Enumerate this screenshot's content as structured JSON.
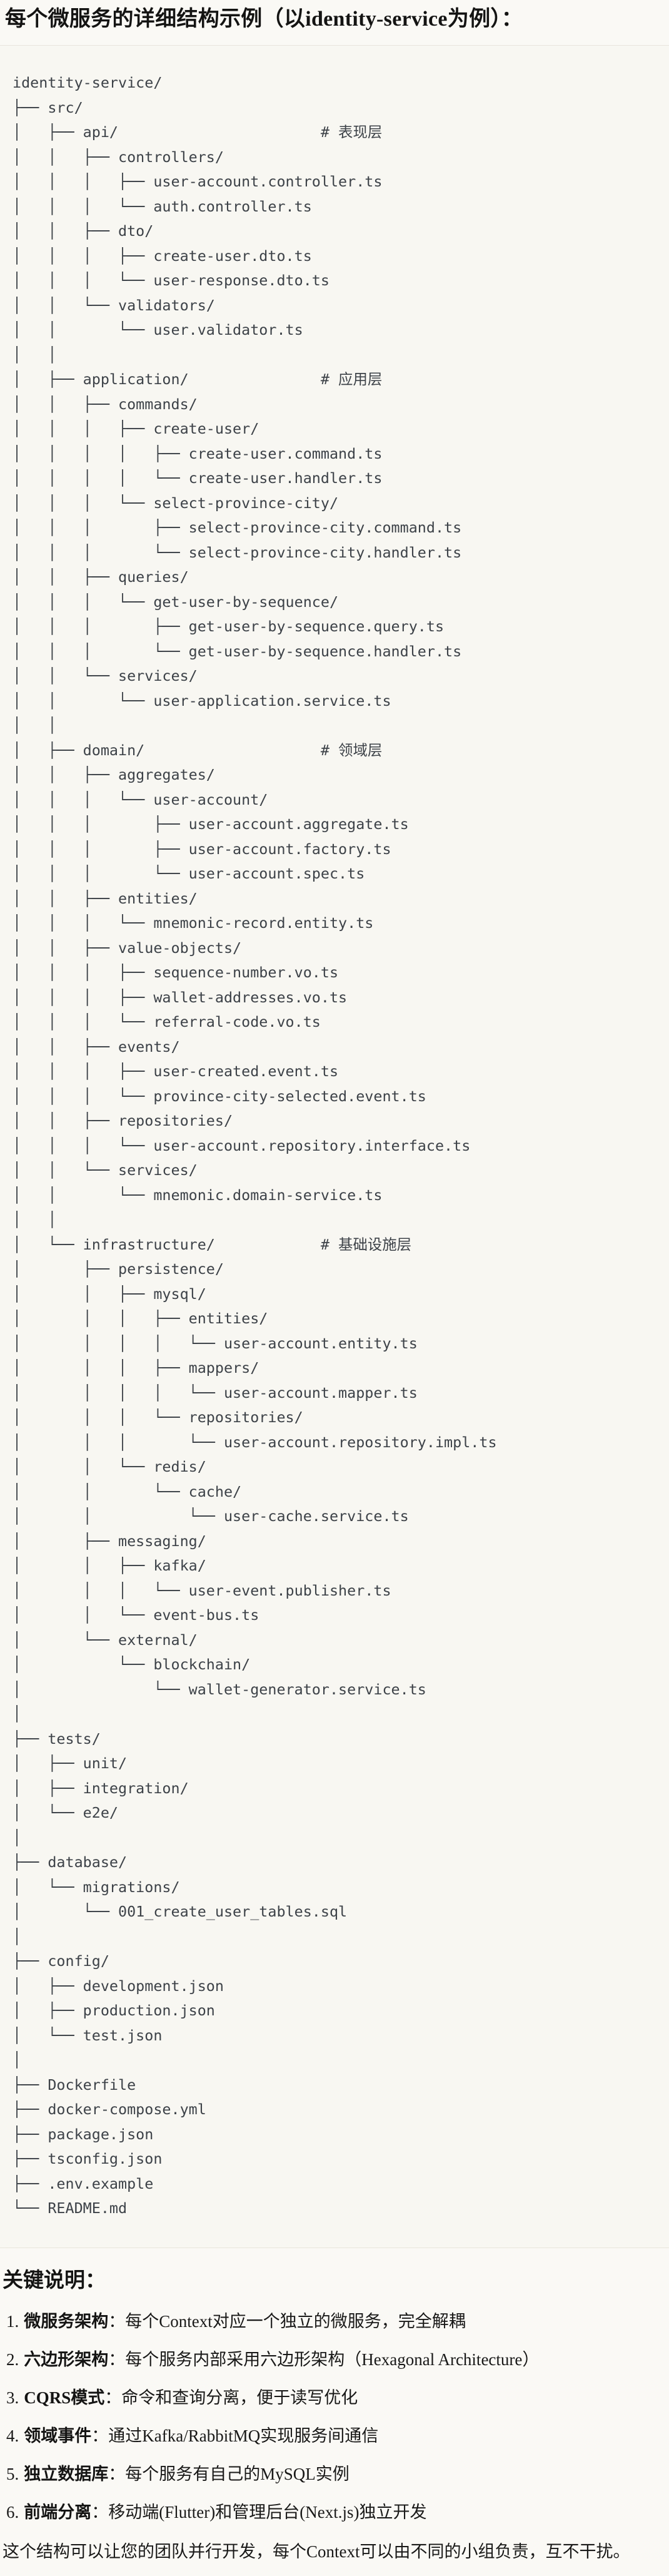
{
  "page": {
    "title": "每个微服务的详细结构示例（以identity-service为例）："
  },
  "colors": {
    "page_bg": "#faf9f5",
    "code_bg": "#f8f7f2",
    "code_border": "#e8e5dd",
    "code_text": "#3d4248",
    "body_text": "#191918"
  },
  "code_block": {
    "tree_lines": [
      "identity-service/",
      "├── src/",
      "│   ├── api/                       # 表现层",
      "│   │   ├── controllers/",
      "│   │   │   ├── user-account.controller.ts",
      "│   │   │   └── auth.controller.ts",
      "│   │   ├── dto/",
      "│   │   │   ├── create-user.dto.ts",
      "│   │   │   └── user-response.dto.ts",
      "│   │   └── validators/",
      "│   │       └── user.validator.ts",
      "│   │",
      "│   ├── application/               # 应用层",
      "│   │   ├── commands/",
      "│   │   │   ├── create-user/",
      "│   │   │   │   ├── create-user.command.ts",
      "│   │   │   │   └── create-user.handler.ts",
      "│   │   │   └── select-province-city/",
      "│   │   │       ├── select-province-city.command.ts",
      "│   │   │       └── select-province-city.handler.ts",
      "│   │   ├── queries/",
      "│   │   │   └── get-user-by-sequence/",
      "│   │   │       ├── get-user-by-sequence.query.ts",
      "│   │   │       └── get-user-by-sequence.handler.ts",
      "│   │   └── services/",
      "│   │       └── user-application.service.ts",
      "│   │",
      "│   ├── domain/                    # 领域层",
      "│   │   ├── aggregates/",
      "│   │   │   └── user-account/",
      "│   │   │       ├── user-account.aggregate.ts",
      "│   │   │       ├── user-account.factory.ts",
      "│   │   │       └── user-account.spec.ts",
      "│   │   ├── entities/",
      "│   │   │   └── mnemonic-record.entity.ts",
      "│   │   ├── value-objects/",
      "│   │   │   ├── sequence-number.vo.ts",
      "│   │   │   ├── wallet-addresses.vo.ts",
      "│   │   │   └── referral-code.vo.ts",
      "│   │   ├── events/",
      "│   │   │   ├── user-created.event.ts",
      "│   │   │   └── province-city-selected.event.ts",
      "│   │   ├── repositories/",
      "│   │   │   └── user-account.repository.interface.ts",
      "│   │   └── services/",
      "│   │       └── mnemonic.domain-service.ts",
      "│   │",
      "│   └── infrastructure/            # 基础设施层",
      "│       ├── persistence/",
      "│       │   ├── mysql/",
      "│       │   │   ├── entities/",
      "│       │   │   │   └── user-account.entity.ts",
      "│       │   │   ├── mappers/",
      "│       │   │   │   └── user-account.mapper.ts",
      "│       │   │   └── repositories/",
      "│       │   │       └── user-account.repository.impl.ts",
      "│       │   └── redis/",
      "│       │       └── cache/",
      "│       │           └── user-cache.service.ts",
      "│       ├── messaging/",
      "│       │   ├── kafka/",
      "│       │   │   └── user-event.publisher.ts",
      "│       │   └── event-bus.ts",
      "│       └── external/",
      "│           └── blockchain/",
      "│               └── wallet-generator.service.ts",
      "│",
      "├── tests/",
      "│   ├── unit/",
      "│   ├── integration/",
      "│   └── e2e/",
      "│",
      "├── database/",
      "│   └── migrations/",
      "│       └── 001_create_user_tables.sql",
      "│",
      "├── config/",
      "│   ├── development.json",
      "│   ├── production.json",
      "│   └── test.json",
      "│",
      "├── Dockerfile",
      "├── docker-compose.yml",
      "├── package.json",
      "├── tsconfig.json",
      "├── .env.example",
      "└── README.md"
    ]
  },
  "key_notes": {
    "heading": "关键说明：",
    "items": [
      {
        "num": "1.",
        "label": "微服务架构",
        "text": "：每个Context对应一个独立的微服务，完全解耦"
      },
      {
        "num": "2.",
        "label": "六边形架构",
        "text": "：每个服务内部采用六边形架构（Hexagonal Architecture）"
      },
      {
        "num": "3.",
        "label": "CQRS模式",
        "text": "：命令和查询分离，便于读写优化"
      },
      {
        "num": "4.",
        "label": "领域事件",
        "text": "：通过Kafka/RabbitMQ实现服务间通信"
      },
      {
        "num": "5.",
        "label": "独立数据库",
        "text": "：每个服务有自己的MySQL实例"
      },
      {
        "num": "6.",
        "label": "前端分离",
        "text": "：移动端(Flutter)和管理后台(Next.js)独立开发"
      }
    ],
    "footer": "这个结构可以让您的团队并行开发，每个Context可以由不同的小组负责，互不干扰。"
  }
}
